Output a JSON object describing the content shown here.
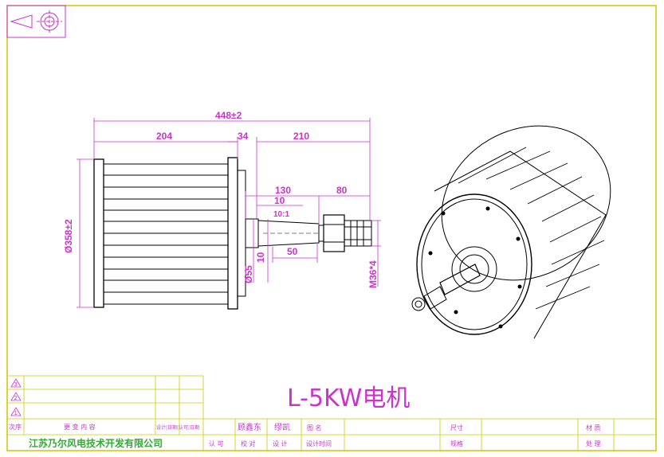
{
  "drawing": {
    "title": "L-5KW电机",
    "colors": {
      "outline": "#000000",
      "dimension": "#cc33cc",
      "company": "#33aa33",
      "border": "#cccc00"
    }
  },
  "dimensions": {
    "overall_length": "448±2",
    "stator_width": "204",
    "flange_gap": "34",
    "shaft_total": "210",
    "shaft_mid": "130",
    "shaft_end": "80",
    "step": "10",
    "taper": "10:1",
    "key_length": "50",
    "lower_step": "10",
    "outer_diameter": "Ø358±2",
    "shaft_diameter": "Ø55",
    "thread": "M36*4"
  },
  "title_block": {
    "company": "江苏乃尔风电技术开发有限公司",
    "rev_label": "次序",
    "change_label": "更 变 内 容",
    "signer_label": "设计|日期|认可|日期",
    "name1": "顾鑫东",
    "name2": "缪凯",
    "drawing_name_label": "图 名",
    "size_label": "尺寸",
    "material_label": "材 质",
    "approve_label": "认 可",
    "check_label": "校 对",
    "design_label": "设 计",
    "design_time_label": "设计时间",
    "spec_label": "规格",
    "treatment_label": "处 理",
    "rev_marks": [
      "3",
      "2",
      "1"
    ]
  }
}
